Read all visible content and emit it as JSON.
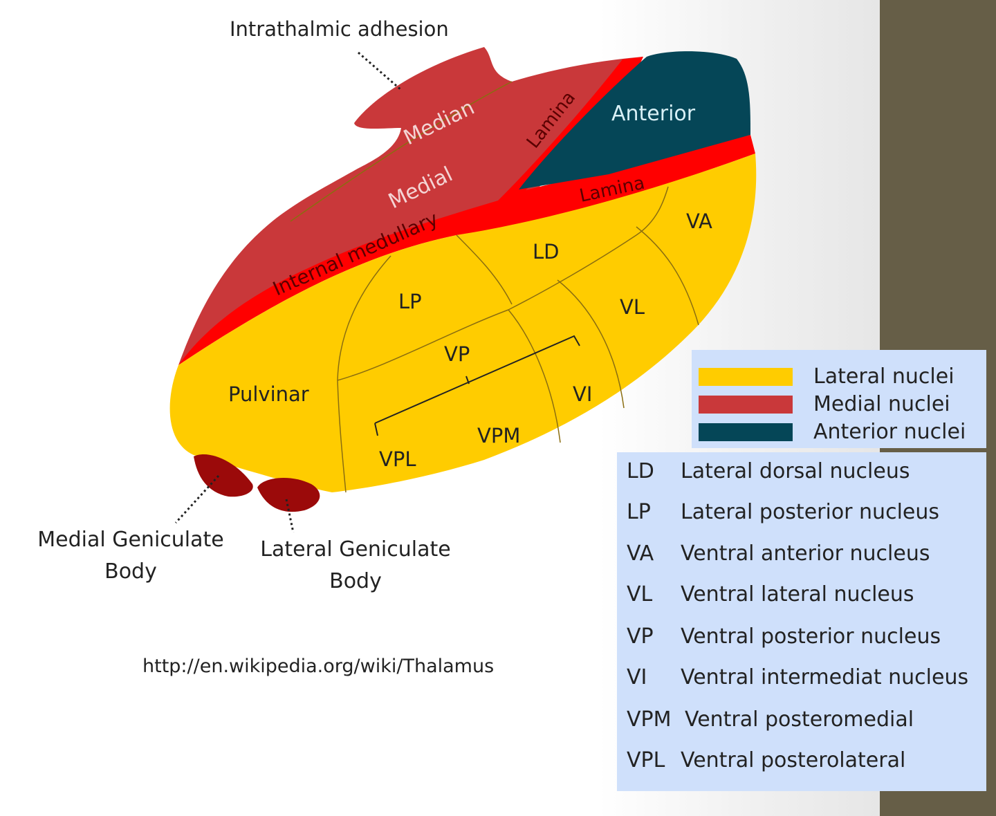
{
  "colors": {
    "lateral": "#ffcc00",
    "medial": "#c9383a",
    "anterior": "#054657",
    "lamina": "#ff0000",
    "geniculate": "#9b0a0a",
    "right_bar": "#665e47"
  },
  "labels": {
    "intrathalamic": "Intrathalmic adhesion",
    "median": "Median",
    "medial": "Medial",
    "anterior": "Anterior",
    "lamina_upper": "Lamina",
    "lamina_lower": "Lamina",
    "internal_medullary": "Internal medullary",
    "va": "VA",
    "ld": "LD",
    "lp": "LP",
    "vl": "VL",
    "vp": "VP",
    "vi": "VI",
    "vpm": "VPM",
    "vpl": "VPL",
    "pulvinar": "Pulvinar",
    "mgb_line1": "Medial Geniculate",
    "mgb_line2": "Body",
    "lgb_line1": "Lateral Geniculate",
    "lgb_line2": "Body"
  },
  "legend_colors": [
    {
      "label": "Lateral nuclei",
      "color": "#ffcc00"
    },
    {
      "label": "Medial nuclei",
      "color": "#c9383a"
    },
    {
      "label": "Anterior nuclei",
      "color": "#054657"
    }
  ],
  "legend_abbrev": [
    {
      "code": "LD",
      "desc": "Lateral dorsal nucleus"
    },
    {
      "code": "LP",
      "desc": "Lateral posterior nucleus"
    },
    {
      "code": "VA",
      "desc": "Ventral anterior nucleus"
    },
    {
      "code": "VL",
      "desc": "Ventral lateral nucleus"
    },
    {
      "code": "VP",
      "desc": "Ventral posterior nucleus"
    },
    {
      "code": "VI",
      "desc": "Ventral intermediat nucleus"
    },
    {
      "code": "VPM",
      "desc": "Ventral posteromedial"
    },
    {
      "code": "VPL",
      "desc": "Ventral posterolateral"
    }
  ],
  "source": "http://en.wikipedia.org/wiki/Thalamus"
}
